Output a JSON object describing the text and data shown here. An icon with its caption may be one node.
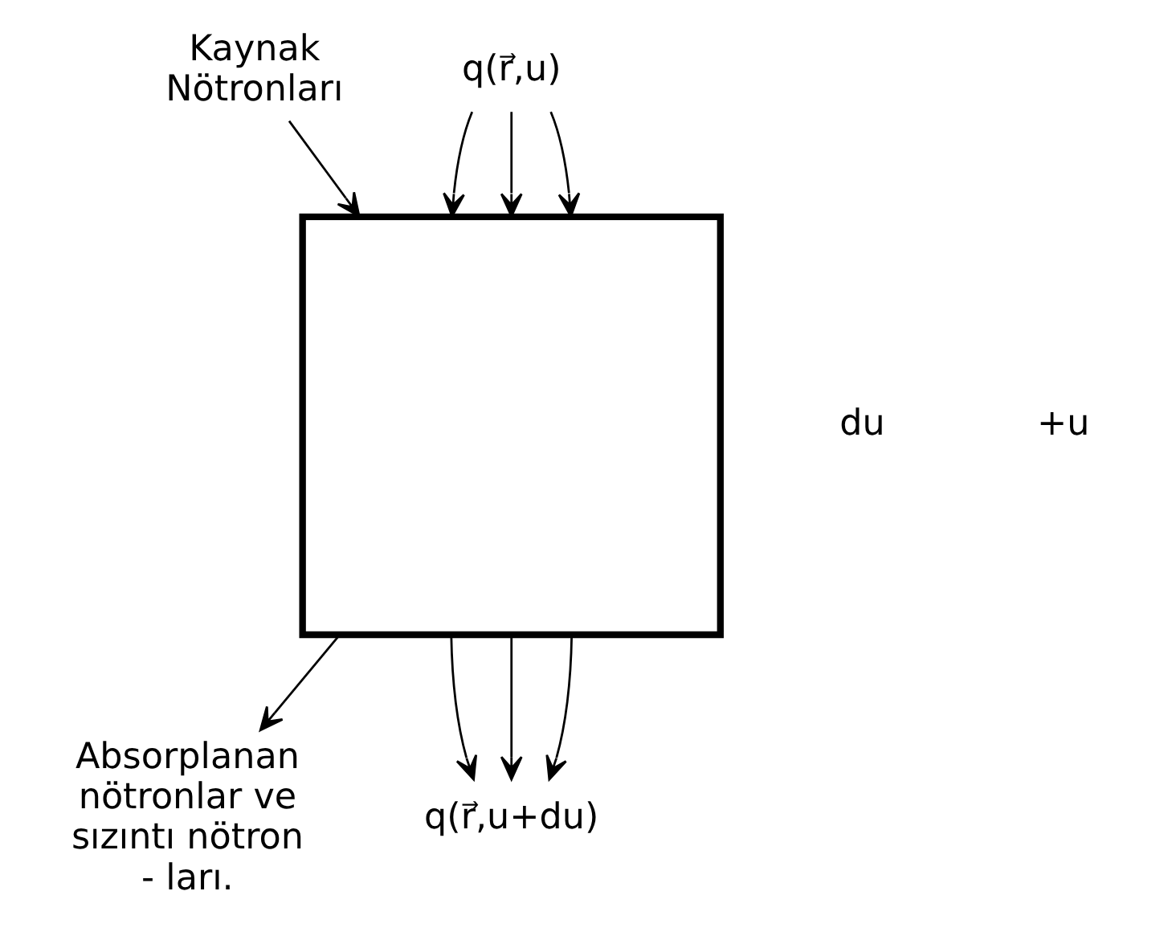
{
  "diagram": {
    "nodes": [
      {
        "text": [
          "q(r⃗,u)"
        ]
      },
      {
        "text": [],
        "shape": "box"
      },
      {
        "text": [
          "q(r⃗,u+du)"
        ]
      },
      {
        "text": [
          "Kaynak Nötronları"
        ]
      },
      {
        "text": [
          "Absorplanan nötronlar ve sızıntı nötron - ları."
        ]
      }
    ],
    "edges": [
      {
        "from": 0,
        "to": 1,
        "arrow": "to"
      },
      {
        "from": 0,
        "to": 1,
        "arrow": "to"
      },
      {
        "from": 0,
        "to": 1,
        "arrow": "to"
      },
      {
        "from": 1,
        "to": 2,
        "arrow": "to"
      },
      {
        "from": 1,
        "to": 2,
        "arrow": "to"
      },
      {
        "from": 1,
        "to": 2,
        "arrow": "to"
      },
      {
        "from": 3,
        "to": 1,
        "arrow": "to"
      },
      {
        "from": 1,
        "to": 4,
        "arrow": "to"
      }
    ],
    "labels": [
      "du",
      "+u"
    ]
  }
}
